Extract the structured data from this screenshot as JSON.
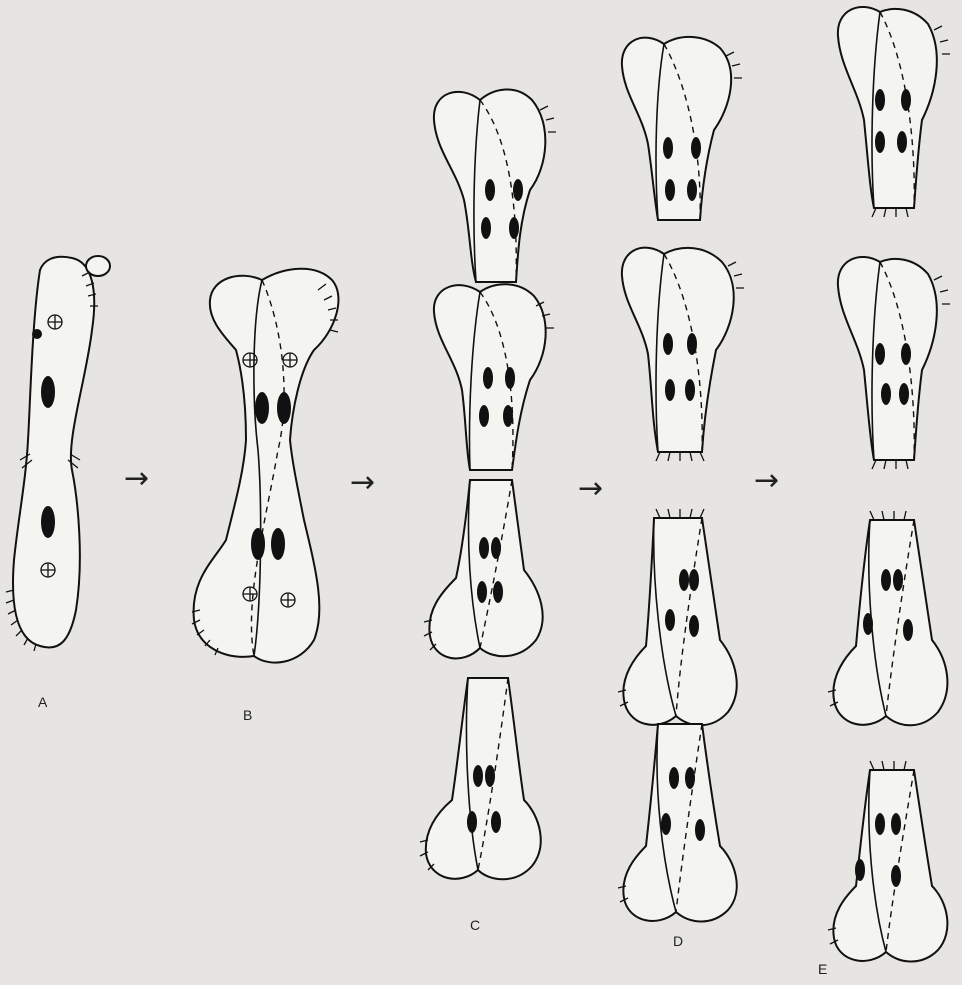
{
  "figure": {
    "labels": {
      "a": "A",
      "b": "B",
      "c": "C",
      "d": "D",
      "e": "E"
    },
    "arrow_glyph": "→",
    "colors": {
      "paper": "#e6e5e1",
      "cell_fill": "#f4f4f1",
      "ink": "#111111"
    }
  }
}
